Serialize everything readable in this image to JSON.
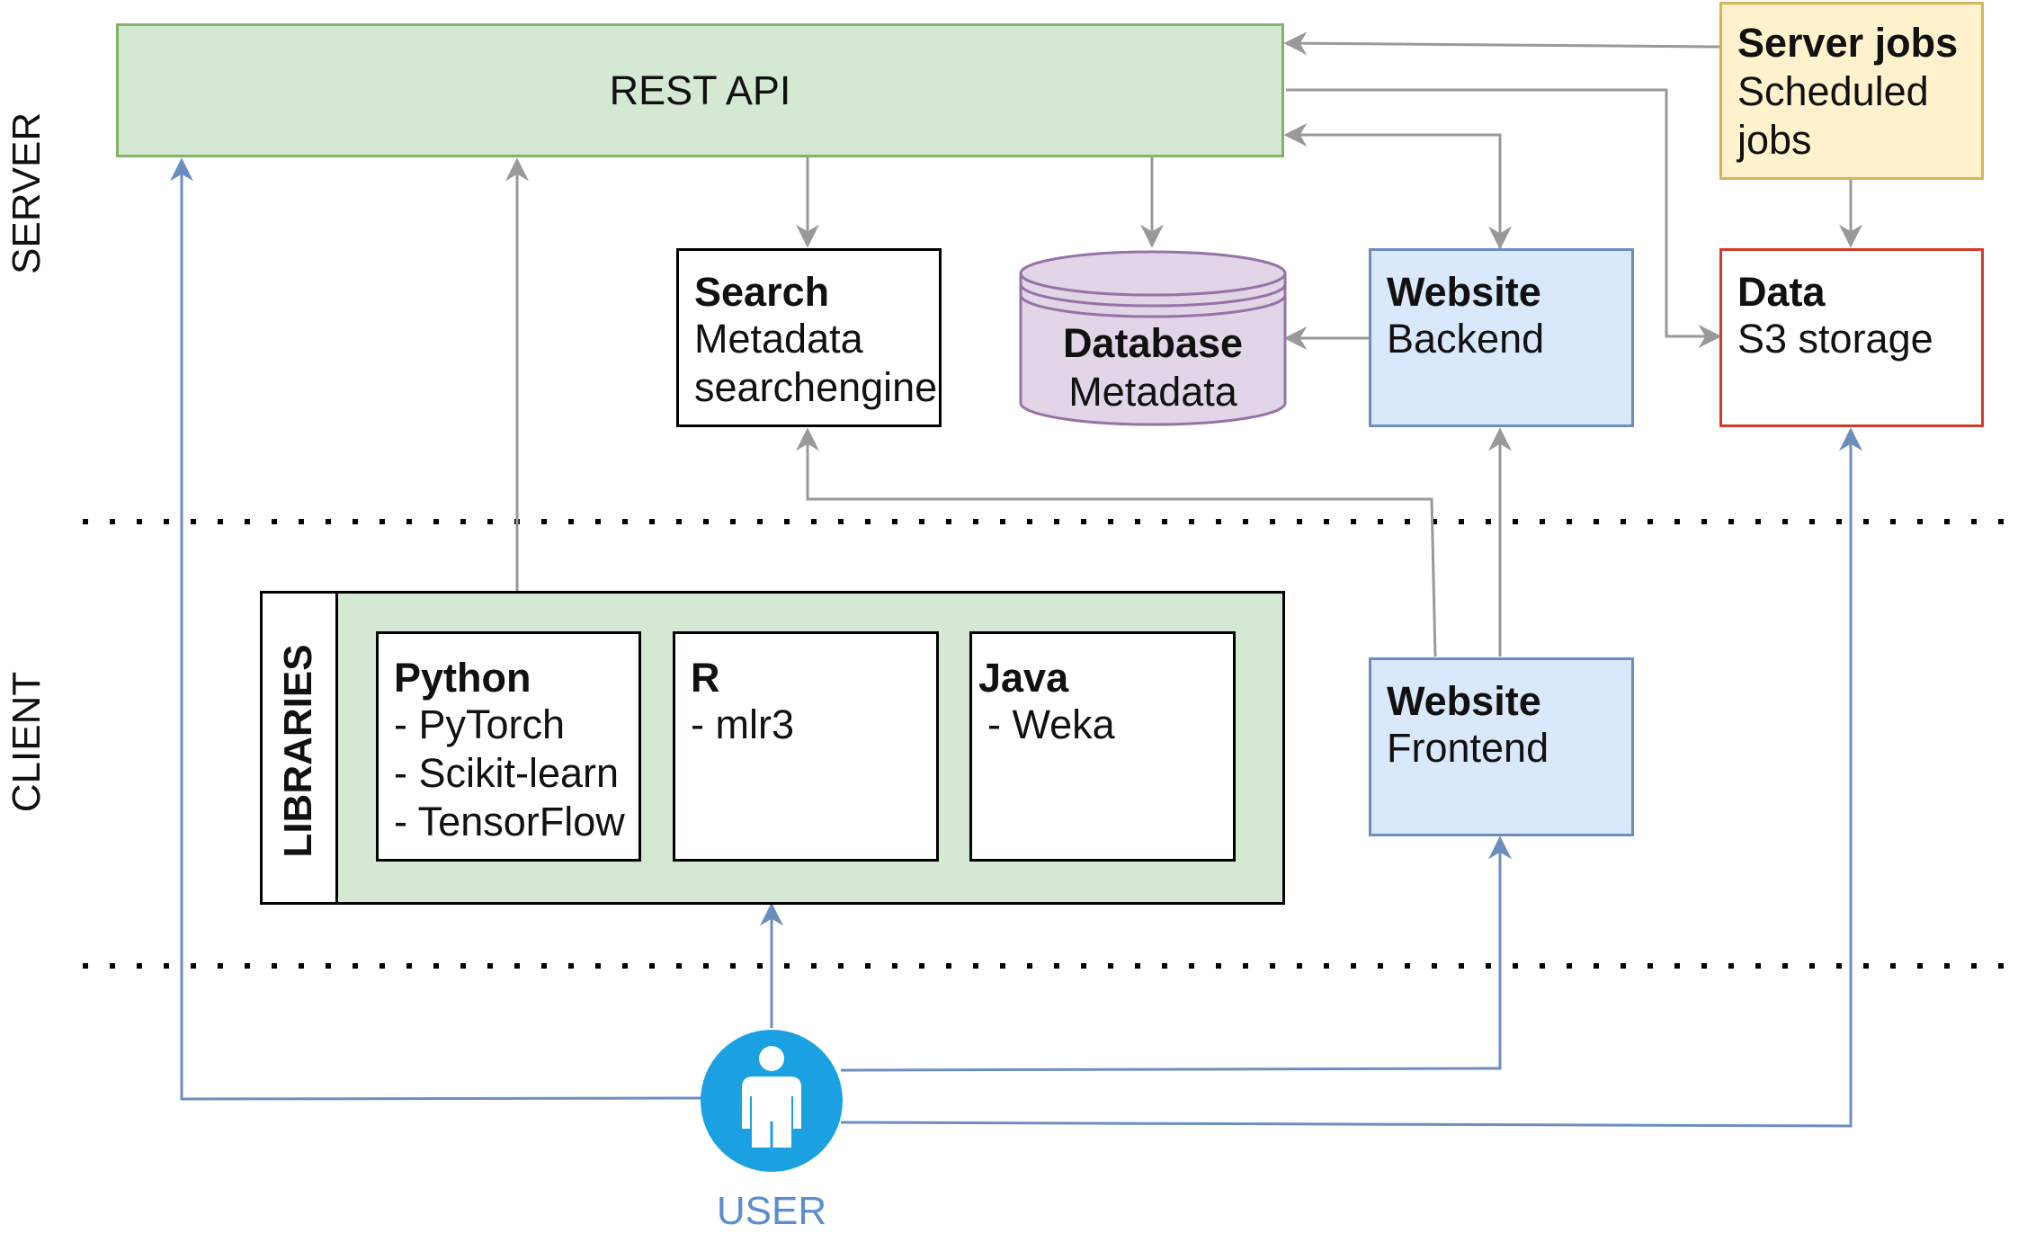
{
  "sections": {
    "server": "SERVER",
    "client": "CLIENT"
  },
  "rest_api": {
    "label": "REST API"
  },
  "server_jobs": {
    "title": "Server jobs",
    "line1": "Scheduled",
    "line2": "jobs"
  },
  "search": {
    "title": "Search",
    "line1": "Metadata",
    "line2": "searchengine"
  },
  "database": {
    "title": "Database",
    "line1": "Metadata"
  },
  "website_backend": {
    "title": "Website",
    "line1": "Backend"
  },
  "data": {
    "title": "Data",
    "line1": "S3 storage"
  },
  "libraries": {
    "label": "LIBRARIES",
    "python": {
      "title": "Python",
      "items": [
        "- PyTorch",
        "- Scikit-learn",
        "- TensorFlow"
      ]
    },
    "r": {
      "title": "R",
      "items": [
        "- mlr3"
      ]
    },
    "java": {
      "title": "Java",
      "items": [
        "- Weka"
      ]
    }
  },
  "website_frontend": {
    "title": "Website",
    "line1": "Frontend"
  },
  "user": {
    "label": "USER"
  },
  "colors": {
    "green_fill": "#d5e8d4",
    "green_stroke": "#82b366",
    "yellow_fill": "#fff2cc",
    "yellow_stroke": "#d6b656",
    "blue_fill": "#dae8fc",
    "blue_stroke": "#6c8ebf",
    "purple_fill": "#e1d5e7",
    "purple_stroke": "#9673a6",
    "red_stroke": "#d33a2c",
    "grey_arrow": "#999999",
    "blue_arrow": "#6c8ebf",
    "user_blue": "#1ba1e2"
  }
}
